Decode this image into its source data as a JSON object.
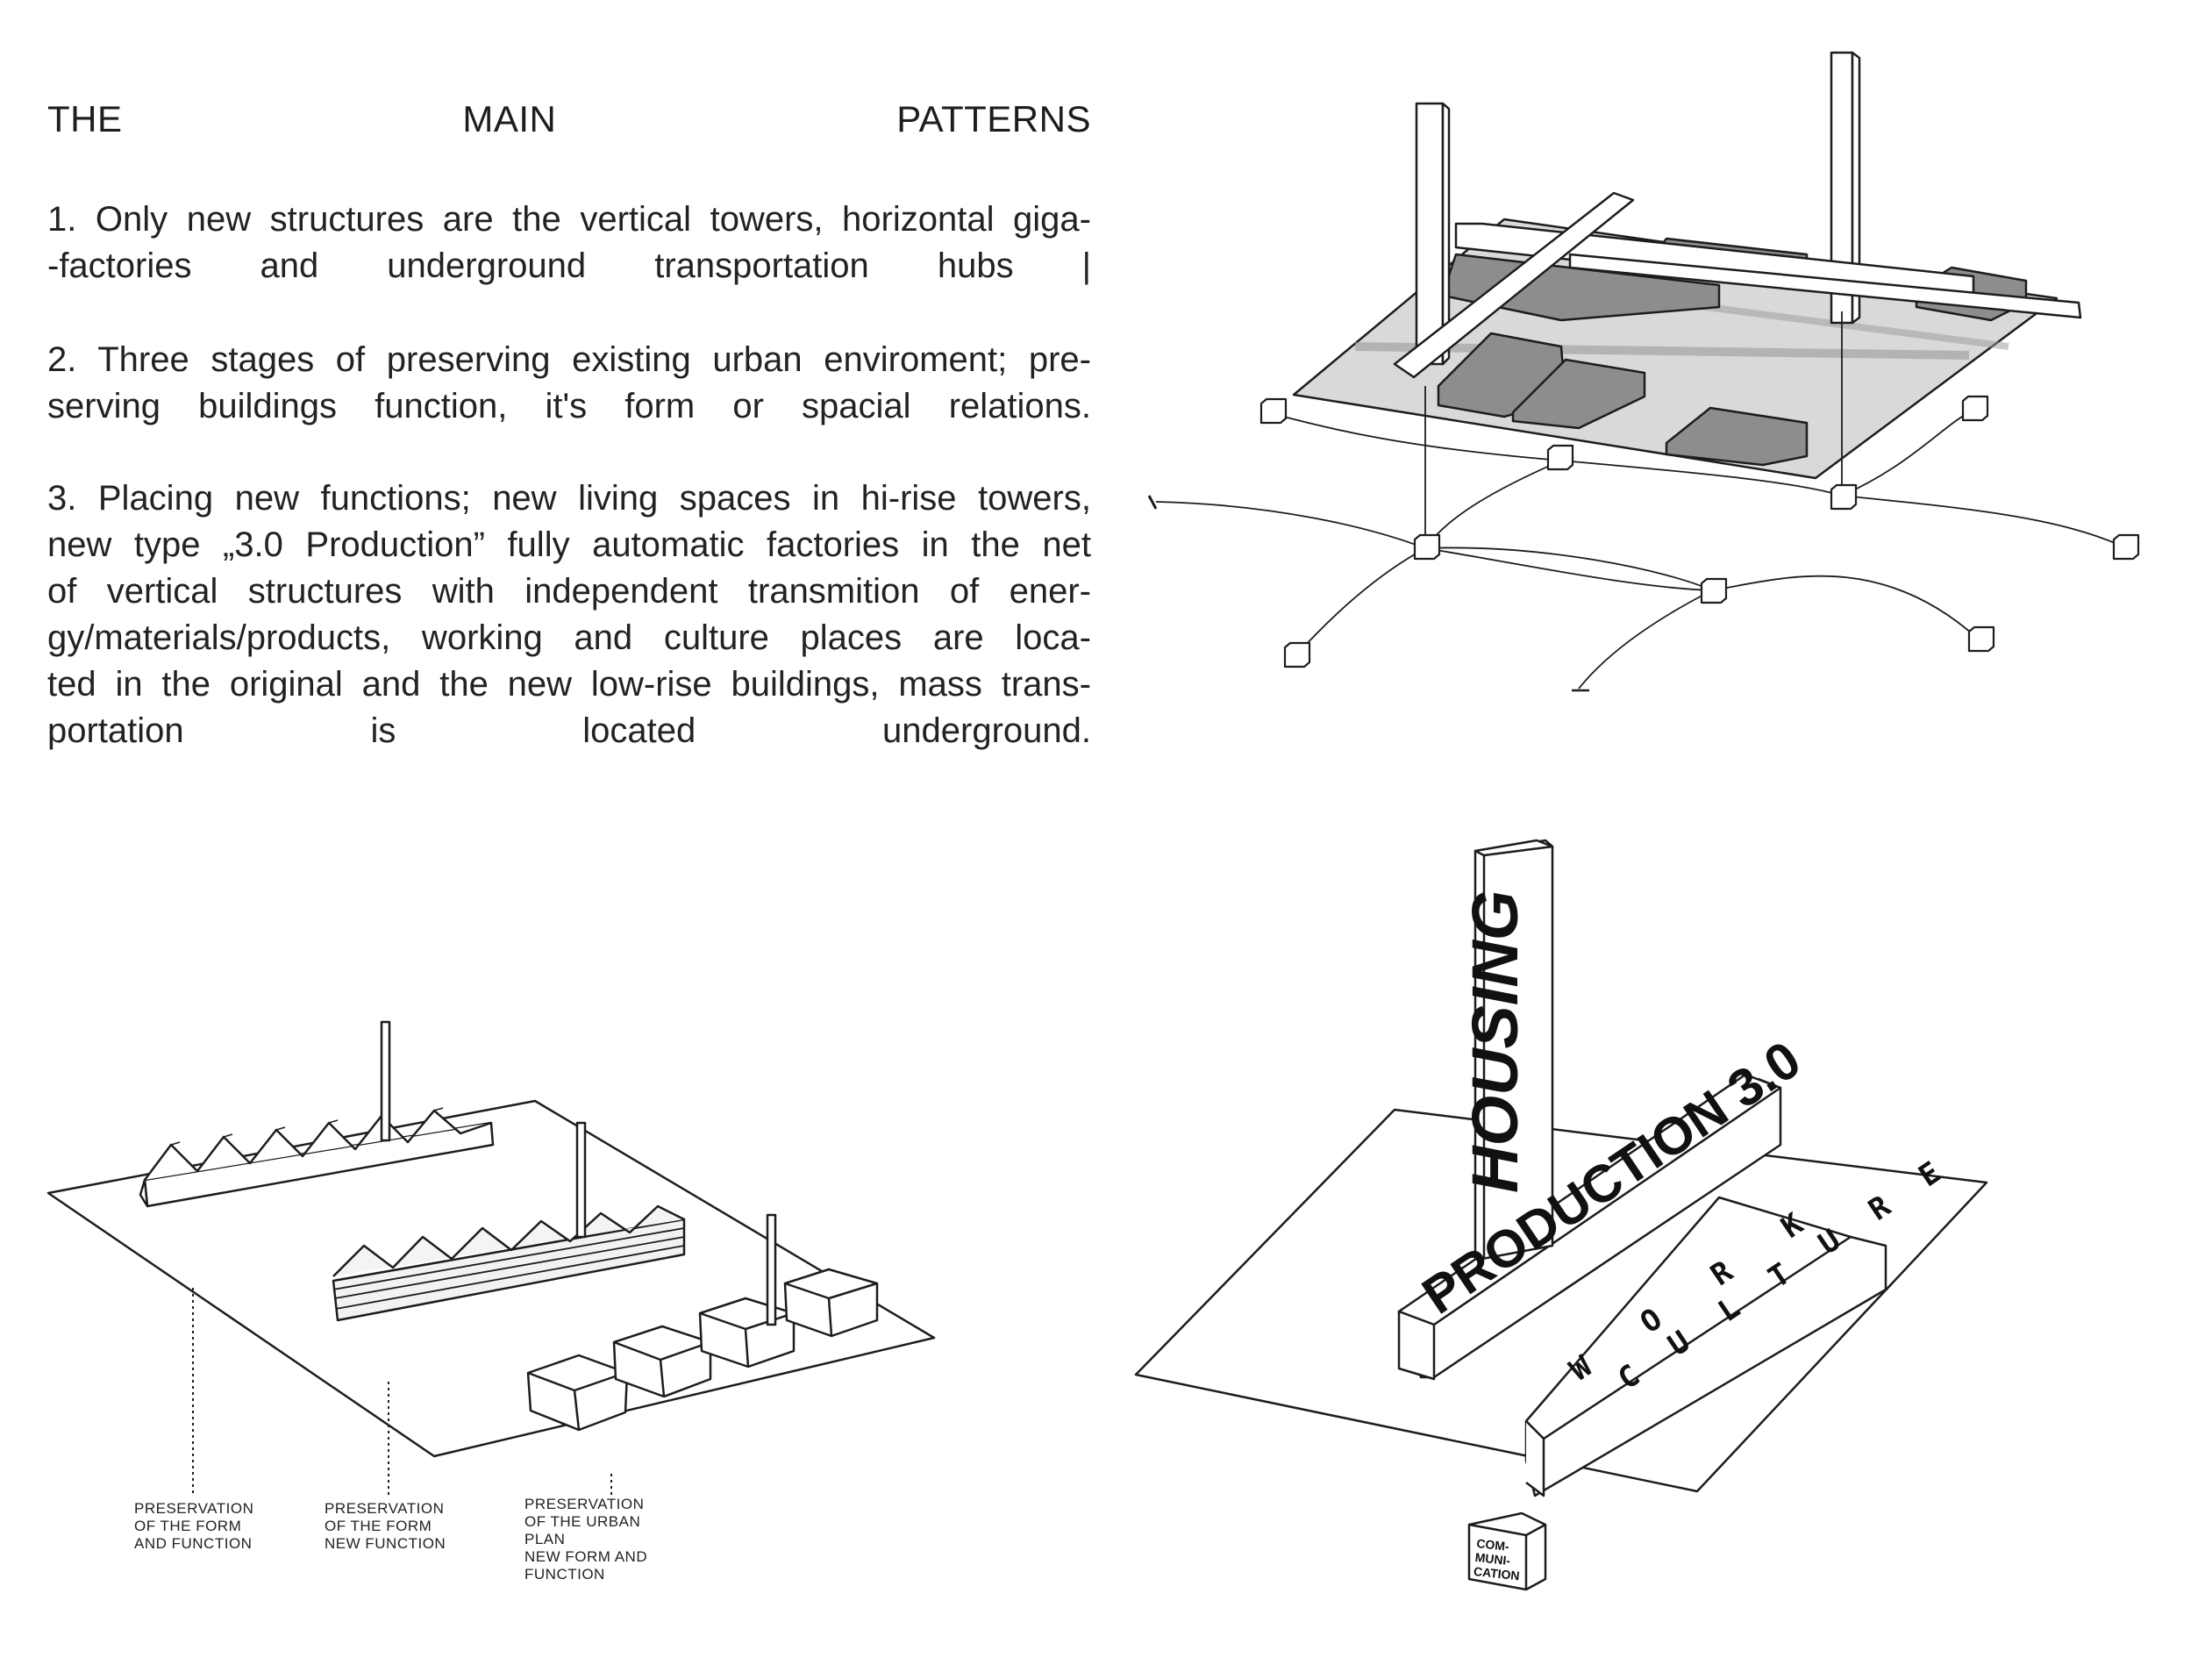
{
  "heading": {
    "w1": "THE",
    "w2": "MAIN",
    "w3": "PATTERNS"
  },
  "paragraphs": {
    "p1": [
      "1. Only new structures are the vertical towers, horizontal giga-",
      "-factories and underground transportation hubs |"
    ],
    "p2": [
      "2. Three stages of preserving existing urban enviroment; pre-",
      "serving buildings function, it's form or spacial relations."
    ],
    "p3": [
      "3.  Placing new functions;  new living spaces in hi-rise towers,",
      "new type „3.0 Production”  fully automatic factories in the net",
      "of vertical structures with independent transmition of ener-",
      "gy/materials/products, working  and culture places are loca-",
      "ted in the original and the new low-rise buildings,  mass trans-",
      "portation is located underground."
    ]
  },
  "preservation_labels": {
    "a": "PRESERVATION\nOF  THE  FORM\nAND FUNCTION",
    "b": "PRESERVATION\nOF THE FORM\nNEW FUNCTION",
    "c": "PRESERVATION\nOF  THE  URBAN\nPLAN\nNEW FORM AND\nFUNCTION"
  },
  "block_labels": {
    "housing": "HOUSING",
    "production": "PRODUCTION 3.0",
    "work": "W  O  R  K",
    "culture": "C U L T U R E",
    "communication": [
      "COM-",
      "MUNI-",
      "CATION"
    ]
  },
  "colors": {
    "ink": "#1d1d1d",
    "plate": "#d6d6d6",
    "blocks": "#8a8a8a",
    "stripe": "#9a9a9a"
  }
}
